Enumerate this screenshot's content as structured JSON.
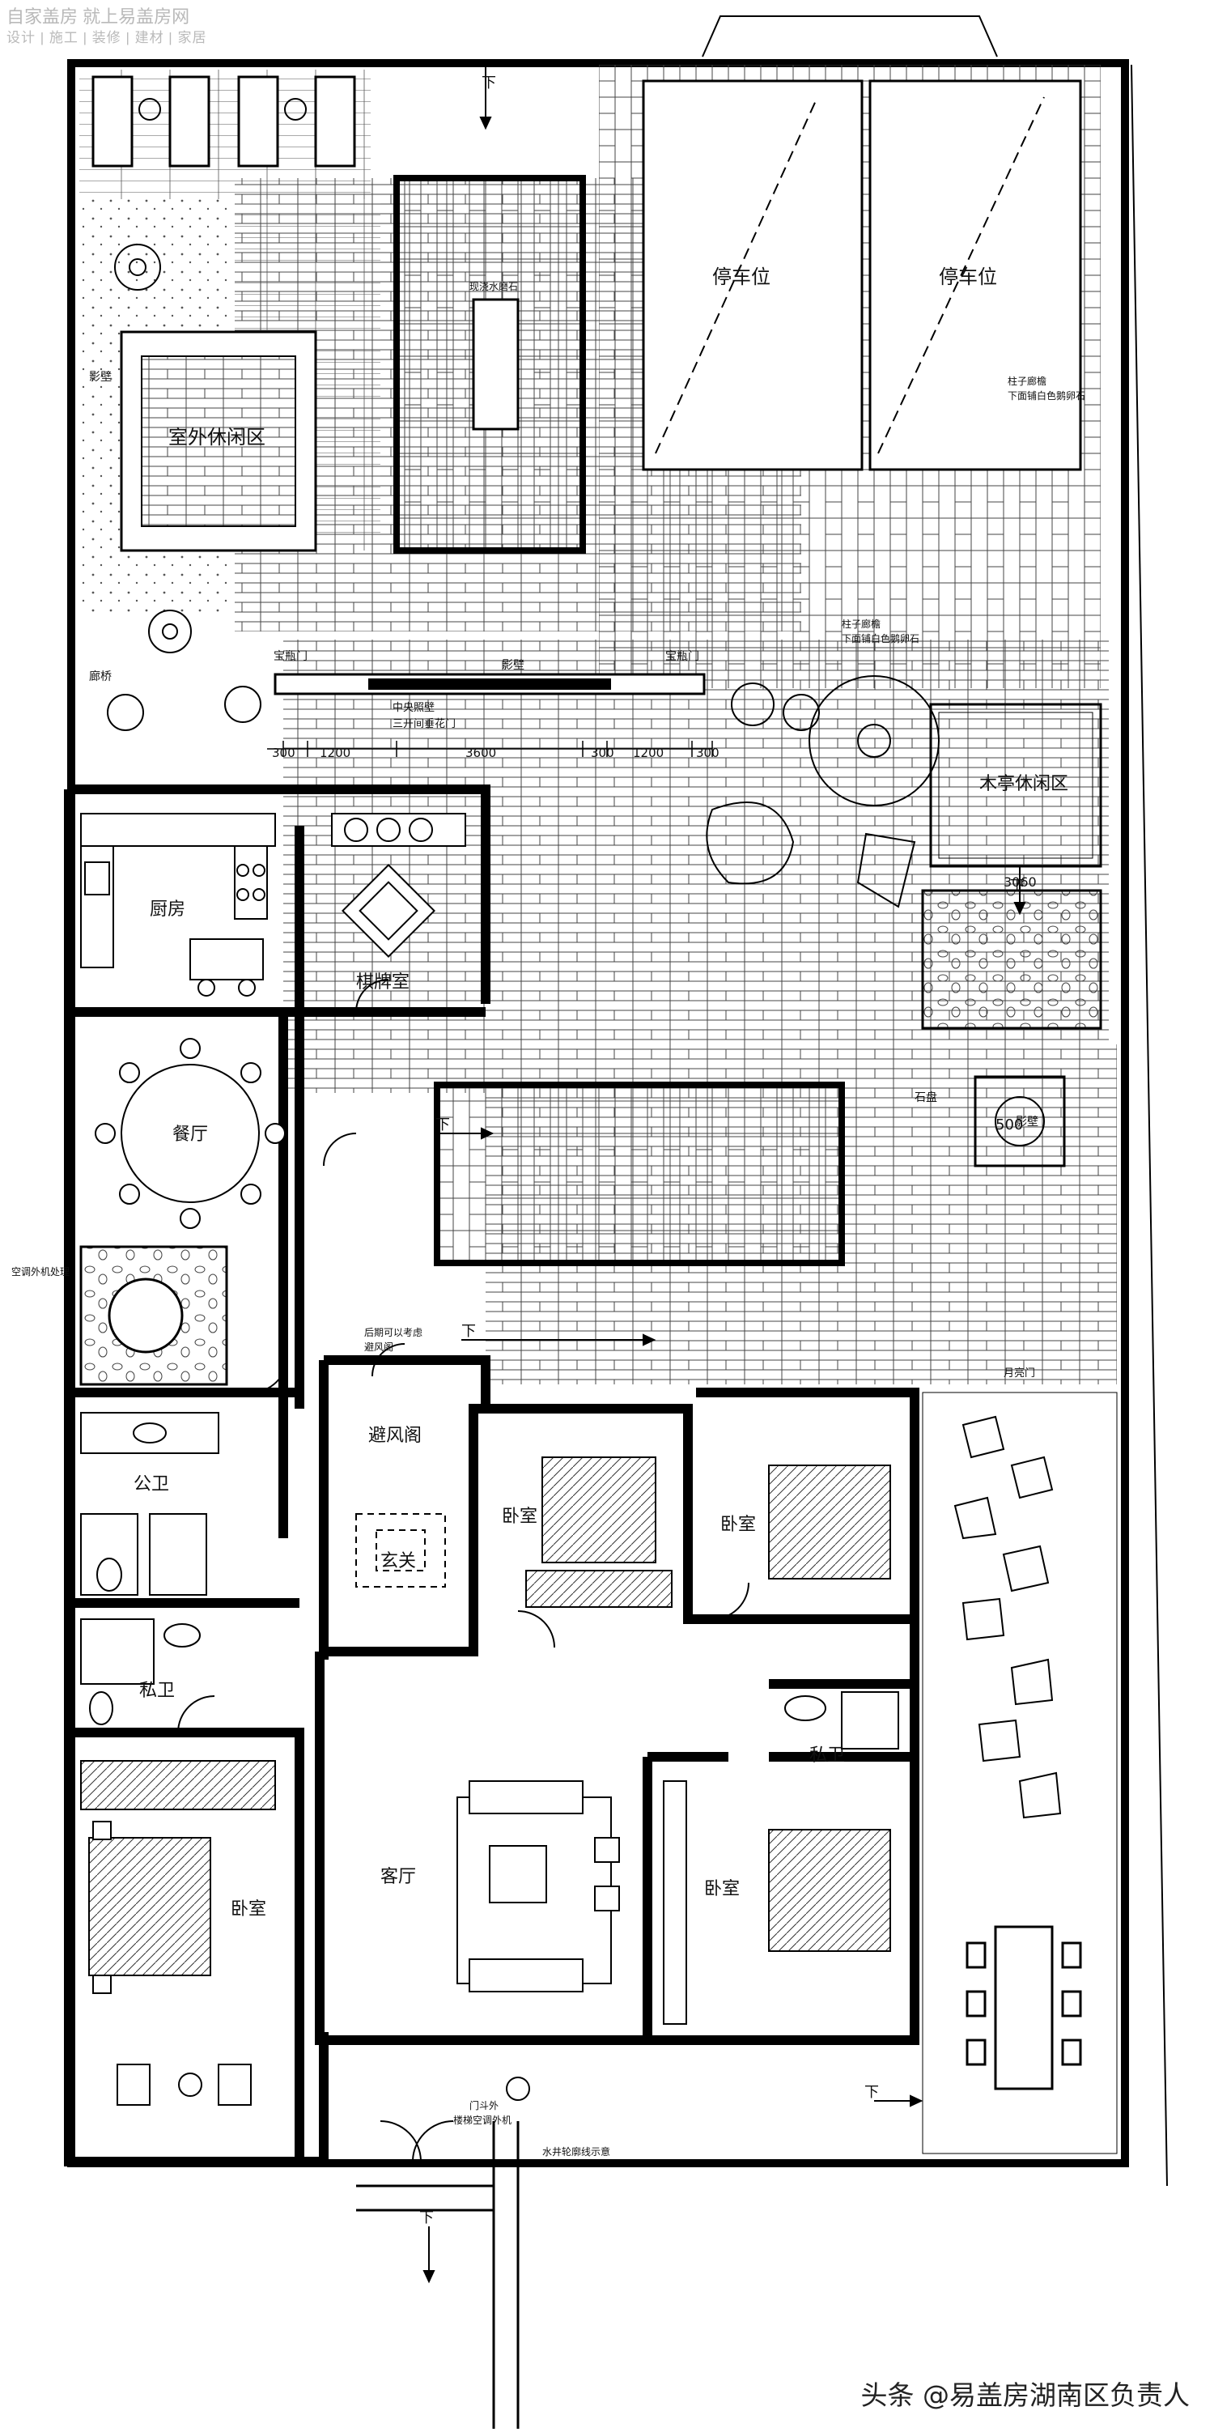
{
  "watermark": {
    "line1": "自家盖房 就上易盖房网",
    "line2": "设计 | 施工 | 装修 | 建材 | 家居"
  },
  "credit": "头条 @易盖房湖南区负责人",
  "rooms": {
    "outdoor_leisure": "室外休闲区",
    "parking_1": "停车位",
    "parking_2": "停车位",
    "kitchen": "厨房",
    "chess_room": "棋牌室",
    "dining": "餐厅",
    "pavilion": "木亭休闲区",
    "public_bath": "公卫",
    "vestibule": "避风阁",
    "foyer": "玄关",
    "bedroom_c": "卧室",
    "bedroom_r": "卧室",
    "private_bath_l": "私卫",
    "private_bath_r": "私卫",
    "living": "客厅",
    "bedroom_l": "卧室",
    "bedroom_r2": "卧室"
  },
  "notes": {
    "screen_wall": "影壁",
    "screen_wall_2": "影壁",
    "screen_wall_3": "影壁",
    "stone": "石盘",
    "stone_size": "500",
    "moon_gate": "月亮门",
    "side_door_l": "宝瓶门",
    "side_door_r": "宝瓶门",
    "gallery": "廊桥",
    "post": "中央照壁",
    "post_sub": "三开间垂花门",
    "paving_note": "现浇水磨石",
    "court_note_1": "柱子廊檐",
    "court_note_2": "下面铺白色鹅卵石",
    "court_note_3": "柱子廊檐",
    "court_note_4": "下面铺白色鹅卵石",
    "pavilion_dim": "3060",
    "ac_note": "空调外机处理",
    "vestibule_note": "后期可以考虑",
    "vestibule_note2": "避风阁",
    "door_note": "门斗外",
    "door_note2": "楼梯空调外机",
    "well_note": "水井轮廓线示意",
    "dim": [
      "300",
      "1200",
      "3600",
      "300",
      "1200",
      "300"
    ],
    "down": "下"
  }
}
